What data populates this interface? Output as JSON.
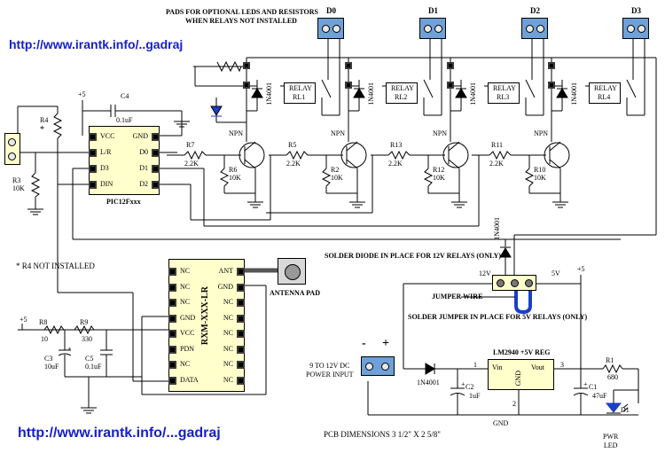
{
  "header_note": [
    "PADS FOR OPTIONAL LEDS AND RESISTORS",
    "WHEN RELAYS NOT INSTALLED"
  ],
  "url_top": "http://www.irantk.info/..gadraj",
  "url_bottom": "http://www.irantk.info/...gadraj",
  "outputs": [
    "D0",
    "D1",
    "D2",
    "D3"
  ],
  "relays": [
    {
      "label": "RELAY",
      "ref": "RL1",
      "diode": "1N4001"
    },
    {
      "label": "RELAY",
      "ref": "RL2",
      "diode": "1N4001"
    },
    {
      "label": "RELAY",
      "ref": "RL3",
      "diode": "1N4001"
    },
    {
      "label": "RELAY",
      "ref": "RL4",
      "diode": "1N4001"
    }
  ],
  "transistors": [
    {
      "type": "NPN",
      "rb": "R7",
      "rb_val": "2.2K",
      "re": "R6",
      "re_val": "10K"
    },
    {
      "type": "NPN",
      "rb": "R5",
      "rb_val": "2.2K",
      "re": "R2",
      "re_val": "10K"
    },
    {
      "type": "NPN",
      "rb": "R13",
      "rb_val": "2.2K",
      "re": "R12",
      "re_val": "10K"
    },
    {
      "type": "NPN",
      "rb": "R11",
      "rb_val": "2.2K",
      "re": "R10",
      "re_val": "10K"
    }
  ],
  "pic": {
    "name": "PIC12Fxxx",
    "left_pins": [
      "VCC",
      "L/R",
      "D3",
      "DIN"
    ],
    "right_pins": [
      "GND",
      "D0",
      "D1",
      "D2"
    ]
  },
  "c4": {
    "ref": "C4",
    "value": "0.1uF"
  },
  "plus5": "+5",
  "r4": {
    "ref": "R4",
    "mark": "*"
  },
  "r3": {
    "ref": "R3",
    "value": "10K"
  },
  "r4_note": "* R4 NOT INSTALLED",
  "rxm": {
    "name": "RXM-XXX-LR",
    "left_pins": [
      "NC",
      "NC",
      "NC",
      "GND",
      "VCC",
      "PDN",
      "NC",
      "DATA"
    ],
    "right_pins": [
      "ANT",
      "GND",
      "NC",
      "NC",
      "NC",
      "NC",
      "NC",
      "NC"
    ]
  },
  "antenna_label": "ANTENNA PAD",
  "r8": {
    "ref": "R8",
    "value": "10"
  },
  "r9": {
    "ref": "R9",
    "value": "330"
  },
  "c3": {
    "ref": "C3",
    "value": "10uF",
    "pol": "+"
  },
  "c5": {
    "ref": "C5",
    "value": "0.1uF"
  },
  "power": {
    "minus": "-",
    "plus": "+",
    "label": [
      "9 TO 12V DC",
      "POWER INPUT"
    ],
    "diode": "1N4001",
    "reg": "LM2940 +5V REG",
    "reg_vin": "Vin",
    "reg_vout": "Vout",
    "reg_gnd": "GND",
    "pin1": "1",
    "pin2": "2",
    "pin3": "3",
    "gnd_label": "GND",
    "c2": {
      "ref": "C2",
      "value": "1uF",
      "pol": "+"
    },
    "c1": {
      "ref": "C1",
      "value": "47uF",
      "pol": "+"
    },
    "r1": {
      "ref": "R1",
      "value": "680"
    },
    "led": {
      "ref": "D1",
      "label": [
        "PWR",
        "LED"
      ]
    }
  },
  "jumper": {
    "diode_note": "SOLDER DIODE IN PLACE FOR 12V RELAYS (ONLY)",
    "diode": "1N4001",
    "v12": "12V",
    "v5": "5V",
    "wire": "JUMPER WIRE",
    "note": "SOLDER JUMPER IN PLACE FOR 5V RELAYS (ONLY)"
  },
  "pcb_dims": "PCB DIMENSIONS 3 1/2\" X 2 5/8\""
}
